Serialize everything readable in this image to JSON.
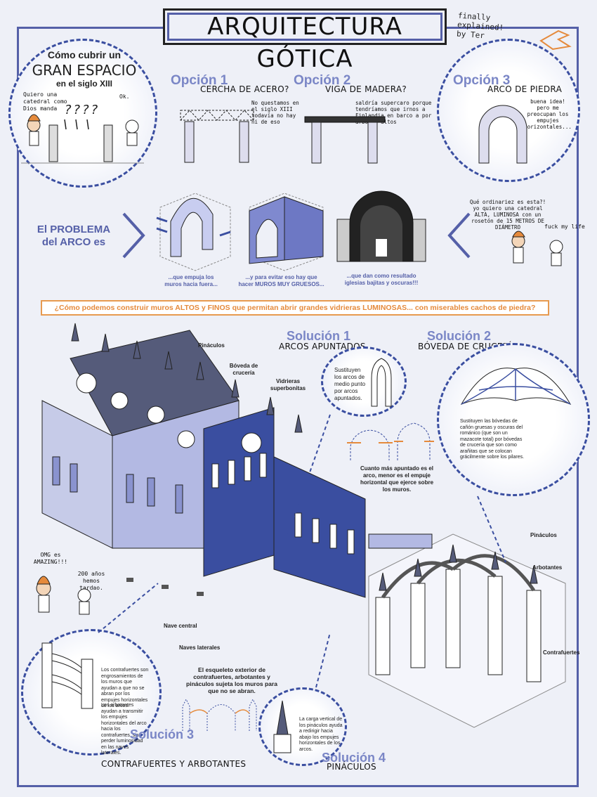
{
  "title": "ARQUITECTURA GÓTICA",
  "subtitle": "finally explained! by Ter",
  "intro": {
    "heading_1": "Cómo cubrir un",
    "heading_2": "GRAN ESPACIO",
    "heading_3": "en el siglo XIII",
    "bubble_left": "Quiero una catedral como Dios manda",
    "bubble_right": "Ok.",
    "question_marks": "????"
  },
  "options": [
    {
      "label": "Opción 1",
      "title": "CERCHA DE ACERO?",
      "bubble": "No questamos en el siglo XIII todavía no hay ni de eso"
    },
    {
      "label": "Opción 2",
      "title": "VIGA DE MADERA?",
      "bubble": "saldría supercaro porque tendríamos que irnos a Finlandia en barco a por árboles altos"
    },
    {
      "label": "Opción 3",
      "title": "ARCO DE PIEDRA",
      "bubble": "buena idea! pero me preocupan los empujes horizontales..."
    }
  ],
  "problem": {
    "label_1": "El PROBLEMA",
    "label_2": "del ARCO es",
    "caption_1": "...que empuja los muros hacia fuera...",
    "caption_2": "...y para evitar eso hay que hacer MUROS MUY GRUESOS...",
    "caption_3": "...que dan como resultado iglesias bajitas y oscuras!!!",
    "bubble_1": "Qué ordinariez es esta?! yo quiero una catedral ALTA, LUMINOSA con un rosetón de 15 METROS DE DIÁMETRO",
    "bubble_2": "fuck my life"
  },
  "banner": "¿Cómo podemos construir muros ALTOS y FINOS que permitan abrir grandes vidrieras LUMINOSAS... con miserables cachos de piedra?",
  "labels": {
    "pinaculos_top": "Pináculos",
    "boveda": "Bóveda de crucería",
    "vidrieras": "Vidrieras superbonitas",
    "nave_central": "Nave central",
    "naves_laterales": "Naves laterales",
    "pinaculos_right": "Pináculos",
    "arbotantes": "Arbotantes",
    "contrafuertes": "Contrafuertes"
  },
  "solutions": [
    {
      "label": "Solución 1",
      "title": "ARCOS APUNTADOS",
      "text": "Sustituyen los arcos de medio punto por arcos apuntados."
    },
    {
      "label": "Solución 2",
      "title": "BÓVEDA DE CRUCERÍA",
      "text": "Sustituyen las bóvedas de cañón gruesas y oscuras del románico (que son un mazacote total) por bóvedas de crucería que son como arañitas que se colocan grácilmente sobre los pilares."
    },
    {
      "label": "Solución 3",
      "title": "CONTRAFUERTES Y ARBOTANTES",
      "text_1": "Los contrafuertes son engrosamientos de los muros que ayudan a que no se abran por los empujes horizontales de los arcos.",
      "text_2": "Los arbotantes ayudan a transmitir los empujes horizontales del arco hacia los contrafuertes, sin perder luminosidad en las naves laterales."
    },
    {
      "label": "Solución 4",
      "title": "PINÁCULOS",
      "text": "La carga vertical de los pináculos ayuda a redirigir hacia abajo los empujes horizontales de los arcos."
    }
  ],
  "arch_note": "Cuanto más apuntado es el arco, menor es el empuje horizontal que ejerce sobre los muros.",
  "skeleton_note": "El esqueleto exterior de contrafuertes, arbotantes y pináculos sujeta los muros para que no se abran.",
  "omg": {
    "bubble_1": "OMG es AMAZING!!!",
    "bubble_2": "200 años hemos tardao."
  },
  "colors": {
    "accent": "#5560a8",
    "light_accent": "#7a86c6",
    "orange": "#e58a3c",
    "dark": "#222222"
  }
}
